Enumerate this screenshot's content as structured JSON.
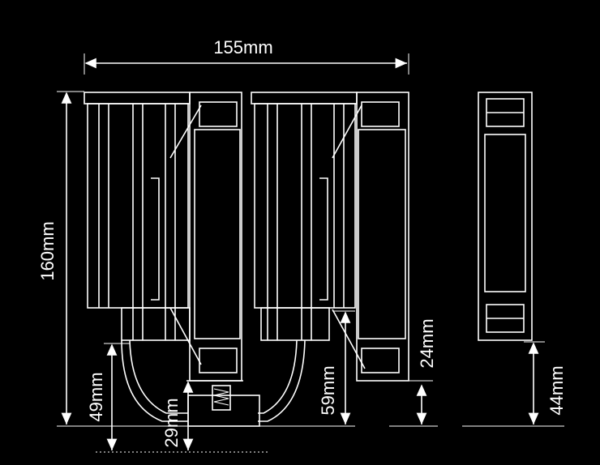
{
  "dimensions": {
    "width_total": "155mm",
    "height_total": "160mm",
    "clearance_left": "49mm",
    "base_height": "29mm",
    "clearance_right": "59mm",
    "fan_offset": "24mm",
    "side_clearance": "44mm"
  },
  "colors": {
    "background": "#000000",
    "line": "#ffffff"
  }
}
